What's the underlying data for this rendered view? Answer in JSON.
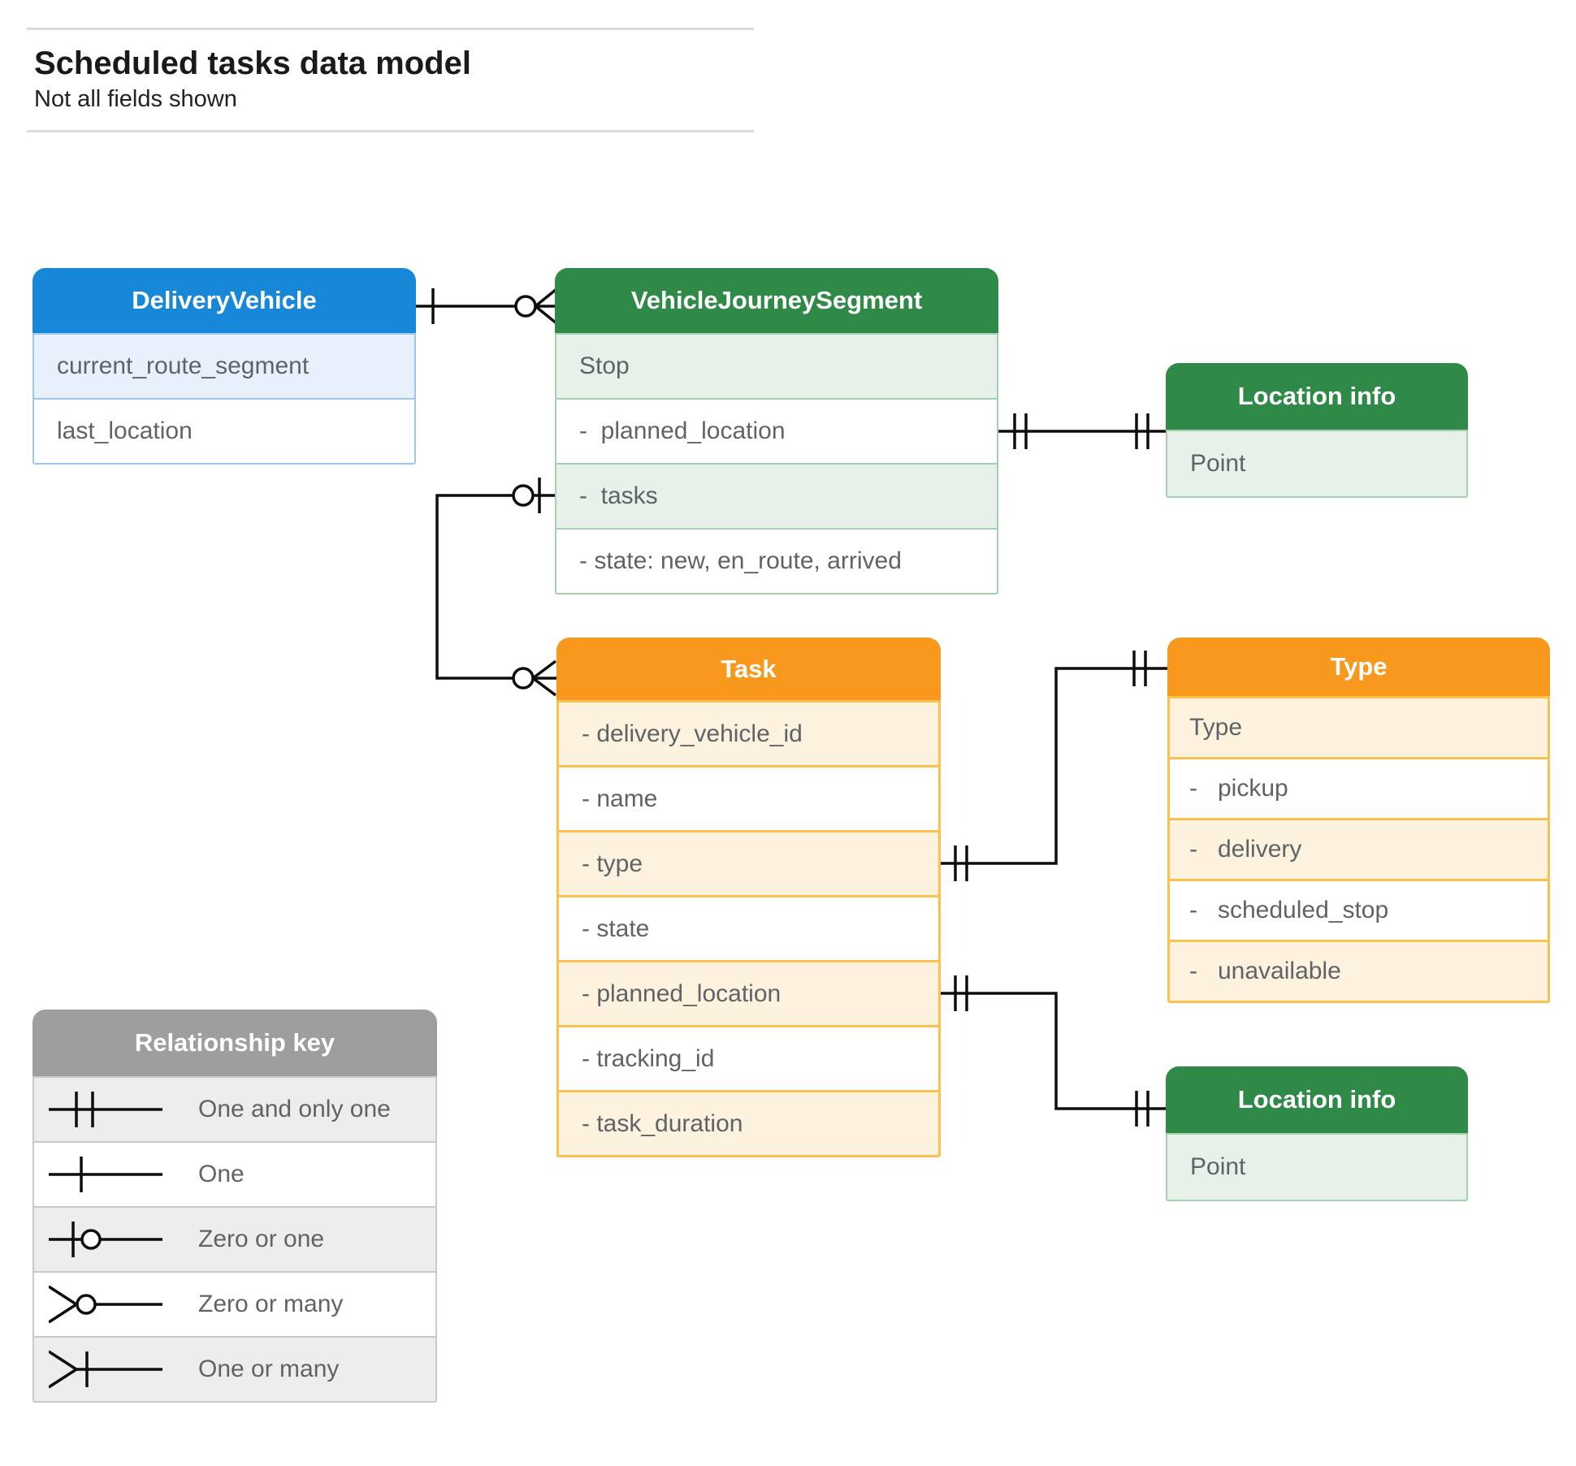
{
  "header": {
    "title": "Scheduled tasks data model",
    "subtitle": "Not all fields shown"
  },
  "entities": {
    "delivery_vehicle": {
      "title": "DeliveryVehicle",
      "fields": [
        "current_route_segment",
        "last_location"
      ]
    },
    "vehicle_journey_segment": {
      "title": "VehicleJourneySegment",
      "fields": [
        "Stop",
        "-  planned_location",
        "-  tasks",
        "- state: new, en_route, arrived"
      ]
    },
    "location_info_top": {
      "title": "Location info",
      "fields": [
        "Point"
      ]
    },
    "task": {
      "title": "Task",
      "fields": [
        "- delivery_vehicle_id",
        "- name",
        "- type",
        "- state",
        "- planned_location",
        "- tracking_id",
        "- task_duration"
      ]
    },
    "type": {
      "title": "Type",
      "fields": [
        "Type",
        "-   pickup",
        "-   delivery",
        "-   scheduled_stop",
        "-   unavailable"
      ]
    },
    "location_info_bottom": {
      "title": "Location info",
      "fields": [
        "Point"
      ]
    }
  },
  "legend": {
    "title": "Relationship key",
    "items": [
      {
        "symbol": "one-and-only-one",
        "label": "One and only one"
      },
      {
        "symbol": "one",
        "label": "One"
      },
      {
        "symbol": "zero-or-one",
        "label": "Zero or one"
      },
      {
        "symbol": "zero-or-many",
        "label": "Zero or many"
      },
      {
        "symbol": "one-or-many",
        "label": "One or many"
      }
    ]
  },
  "relationships": [
    {
      "from": "DeliveryVehicle",
      "to": "VehicleJourneySegment",
      "from_symbol": "one",
      "to_symbol": "zero-or-many"
    },
    {
      "from": "VehicleJourneySegment.planned_location",
      "to": "Location info (top)",
      "from_symbol": "one-and-only-one",
      "to_symbol": "one-and-only-one"
    },
    {
      "from": "VehicleJourneySegment.tasks",
      "to": "Task",
      "from_symbol": "zero-or-one",
      "to_symbol": "zero-or-many"
    },
    {
      "from": "Task.type",
      "to": "Type",
      "from_symbol": "one-and-only-one",
      "to_symbol": "one-and-only-one"
    },
    {
      "from": "Task.planned_location",
      "to": "Location info (bottom)",
      "from_symbol": "one-and-only-one",
      "to_symbol": "one-and-only-one"
    }
  ],
  "colors": {
    "blue_header": "#1787d8",
    "blue_row": "#e8f1fb",
    "blue_border": "#9ec7ee",
    "green_header": "#2f8a48",
    "green_row": "#e7f1e9",
    "green_border": "#a5d0ae",
    "orange_header": "#f8991d",
    "orange_row": "#fdf2de",
    "orange_border": "#fbc04e",
    "gray_header": "#9e9e9e",
    "gray_row": "#ededed",
    "gray_border": "#c9c9c9",
    "field_text": "#5f6368",
    "header_text": "#ffffff",
    "connector": "#0d0d0d"
  }
}
